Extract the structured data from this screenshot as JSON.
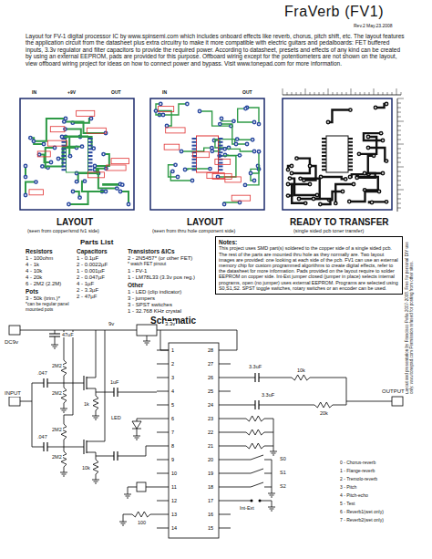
{
  "diagram": {
    "title": "FraVerb (FV1)",
    "nodes": [
      {
        "text": [
          "Notes:",
          "This project uses SMD part(s) soldered to the copper side of a single sided pcb. The rest of the parts are mounted thru hole as they normally are. Two layout images are provided: one looking at each side of the pcb. FV1 can use an external memory chip for custom programmed algorithms to create digital effects, refer to the datasheet for more information. Pads provided on the layout require to solder EEPROM on copper side. Int-Ext jumper closed (jumper in place) selects internal programs, open (no jumper) uses external EEPROM. Programs are selected using S0,S1,S2. SPST toggle switches, rotary switches or an encoder can be used."
        ]
      }
    ],
    "labels": [
      "Rev.2 May.23.2008",
      "Layout for FV-1 digital processor IC by www.spinsemi.com which includes onboard effects like reverb, chorus, pitch shift, etc. The layout features the application circuit from the datasheet plus extra circuitry to make it more compatible with electric guitars and pedalboards: FET buffered inputs, 3.3v regulator and filter capacitors to provide the required power. According to datasheet, presets and effects of any kind can be created by using an external EEPROM, pads are provided for this purpose. Offboard wiring except for the potentiometers are not shown on the layout, view offboard wiring project for ideas on how to connect power and bypass. Visit www.tonepad.com for more information.",
      "LAYOUT",
      "(seen from copper/smd fv1 side)",
      "LAYOUT",
      "(seen from thru hole component side)",
      "READY TO TRANSFER",
      "(single sided pcb toner transfer)",
      "IN",
      "+9V",
      "OUT",
      "IN",
      "OUT",
      "Parts List",
      "Resistors",
      "1 - 100ohm",
      "4 - 1k",
      "4 - 10k",
      "4 - 20k",
      "6 - 2M2 (2.2M)",
      "Pots",
      "3 - 50k (trim.)*",
      "*can be regular panel mounted pots",
      "Capacitors",
      "1 - 0.1µF",
      "2 - 0.0022µF",
      "1 - 0.001µF",
      "2 - 0.047µF",
      "4 - 1µF",
      "2 - 3.3µF",
      "2 - 47µF",
      "Transistors &ICs",
      "2 - 2N5457* (or other FET)",
      "* watch FET pinout",
      "1 - FV-1",
      "1 - LM78L33 (3.3v pos reg.)",
      "Other",
      "1 - LED (clip indicator)",
      "3 - jumpers",
      "3 - SPST switches",
      "1 - 32.768 KHz crystal",
      "Layout and presentation by Francisco Peña 2007-2008. Free for personal DIY use only. www.tonepad.com Permission refused for posting from other sites.",
      "Schematic",
      "DC9v",
      "INPUT",
      "OUTPUT",
      "9v",
      "3.3v",
      "47uF",
      ".047",
      ".047",
      "2M2",
      "2M2",
      "2M2",
      "2M2",
      "1k",
      "10k",
      "1uF",
      "LED",
      "100",
      "3.3uF",
      "3.3uF",
      "10k",
      "20k",
      "S0",
      "S1",
      "S2",
      "Int-Ext",
      "0 - Chorus-reverb",
      "1 - Flange-reverb",
      "2 - Tremolo-reverb",
      "3 - Pitch",
      "4 - Pitch-echo",
      "5 - Test",
      "6 - Reverb1(wet only)",
      "7 - Reverb2(wet only)",
      "1",
      "2",
      "3",
      "4",
      "5",
      "6",
      "7",
      "8",
      "9",
      "10",
      "11",
      "12",
      "13",
      "14",
      "28",
      "27",
      "26",
      "25",
      "24",
      "23",
      "22",
      "21",
      "20",
      "19",
      "18",
      "17",
      "16",
      "15"
    ]
  }
}
